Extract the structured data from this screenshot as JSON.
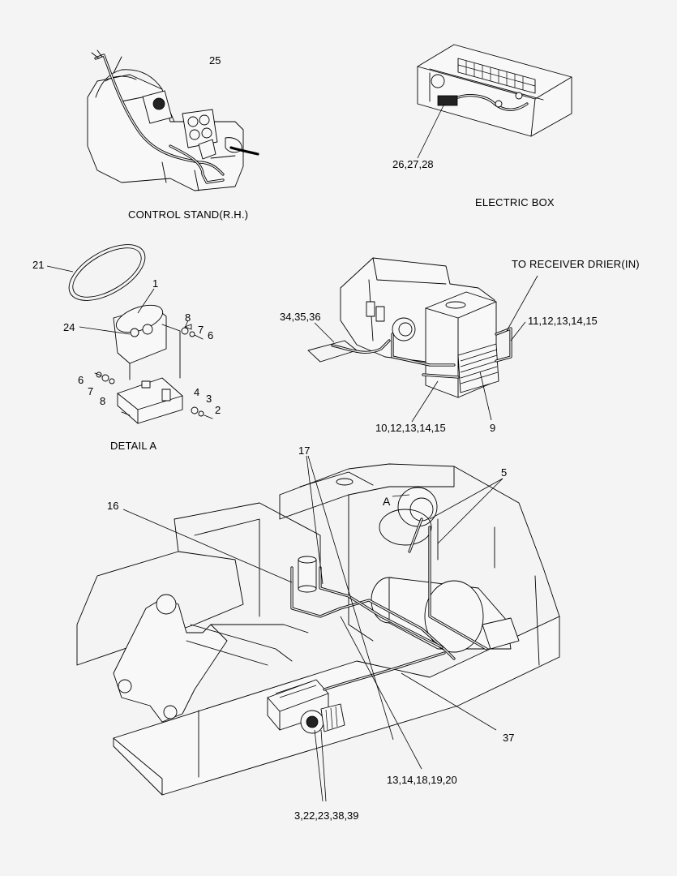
{
  "callouts": {
    "c25": "25",
    "c26_28": "26,27,28",
    "c21": "21",
    "c1": "1",
    "c24": "24",
    "c8a": "8",
    "c7a": "7",
    "c6a": "6",
    "c6b": "6",
    "c7b": "7",
    "c8b": "8",
    "c4": "4",
    "c3": "3",
    "c2": "2",
    "c34_36": "34,35,36",
    "c11_15": "11,12,13,14,15",
    "c10_15": "10,12,13,14,15",
    "c9": "9",
    "c17": "17",
    "c16": "16",
    "c5": "5",
    "cA": "A",
    "c37": "37",
    "c13_20": "13,14,18,19,20",
    "c3_39": "3,22,23,38,39"
  },
  "captions": {
    "control_stand": "CONTROL STAND(R.H.)",
    "electric_box": "ELECTRIC BOX",
    "detail_a": "DETAIL  A",
    "receiver_drier": "TO RECEIVER DRIER(IN)"
  }
}
